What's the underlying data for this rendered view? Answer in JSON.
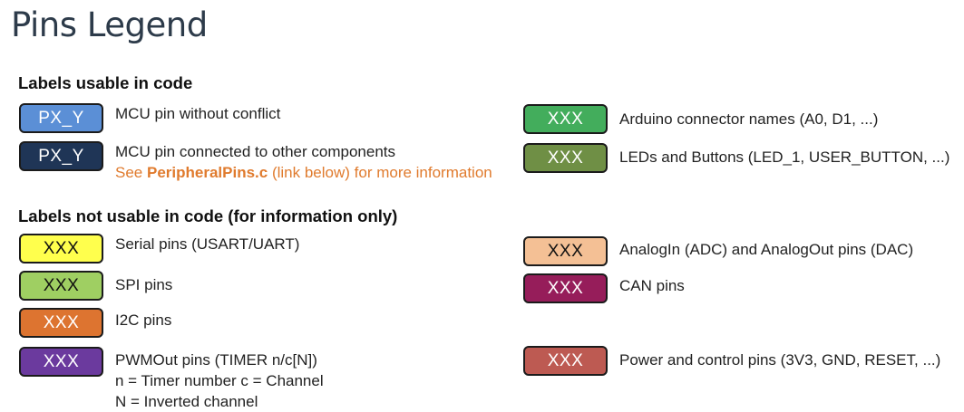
{
  "title": "Pins Legend",
  "sections": {
    "usable": {
      "heading": "Labels usable in code",
      "entries": [
        {
          "label": "PX_Y",
          "bg": "#5b8fd6",
          "text_color": "#ffffff",
          "description": "MCU pin without conflict"
        },
        {
          "label": "PX_Y",
          "bg": "#1f3556",
          "text_color": "#ffffff",
          "description": "MCU pin connected to other components",
          "note_prefix": "See ",
          "note_link": "PeripheralPins.c",
          "note_suffix": " (link below) for more information"
        },
        {
          "label": "XXX",
          "bg": "#43ad5c",
          "text_color": "#ffffff",
          "description": "Arduino connector names (A0, D1, ...)"
        },
        {
          "label": "XXX",
          "bg": "#6f8f45",
          "text_color": "#ffffff",
          "description": "LEDs and Buttons (LED_1, USER_BUTTON, ...)"
        }
      ]
    },
    "not_usable": {
      "heading": "Labels not usable in code (for information only)",
      "entries": [
        {
          "label": "XXX",
          "bg": "#ffff4d",
          "text_color": "#111111",
          "description": "Serial pins (USART/UART)"
        },
        {
          "label": "XXX",
          "bg": "#9fcf62",
          "text_color": "#111111",
          "description": "SPI pins"
        },
        {
          "label": "XXX",
          "bg": "#dd7430",
          "text_color": "#ffffff",
          "description": "I2C pins"
        },
        {
          "label": "XXX",
          "bg": "#6b3a9e",
          "text_color": "#ffffff",
          "description": "PWMOut pins (TIMER n/c[N])",
          "description_line2": "n = Timer number c = Channel",
          "description_line3": "N = Inverted channel"
        },
        {
          "label": "XXX",
          "bg": "#f4c095",
          "text_color": "#111111",
          "description": "AnalogIn (ADC) and AnalogOut pins (DAC)"
        },
        {
          "label": "XXX",
          "bg": "#961d5a",
          "text_color": "#ffffff",
          "description": "CAN pins"
        },
        {
          "label": "XXX",
          "bg": "#bd5a52",
          "text_color": "#ffffff",
          "description": "Power and control pins (3V3, GND, RESET, ...)"
        }
      ]
    }
  }
}
